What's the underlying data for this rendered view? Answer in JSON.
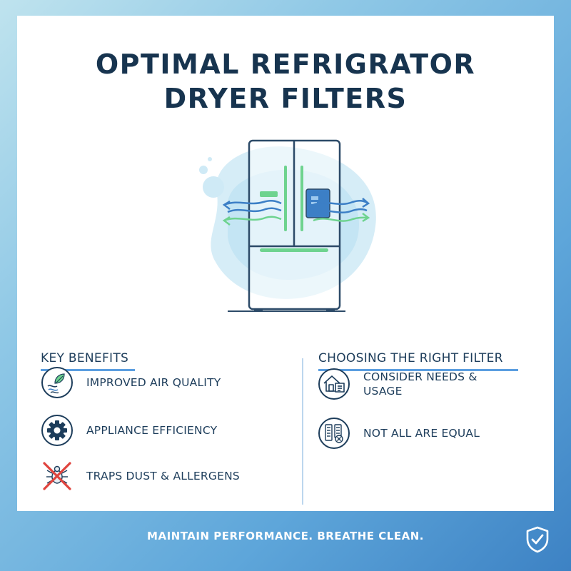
{
  "title": {
    "line1": "OPTIMAL REFRIGRATOR",
    "line2": "DRYER FILTERS"
  },
  "hero": {
    "icon": "refrigerator-airflow-illustration"
  },
  "benefits": {
    "heading": "KEY BENEFITS",
    "items": [
      {
        "icon": "leaf-air-icon",
        "label": "IMPROVED AIR QUALITY"
      },
      {
        "icon": "gear-icon",
        "label": "APPLIANCE EFFICIENCY"
      },
      {
        "icon": "no-dust-mite-icon",
        "label": "TRAPS DUST & ALLERGENS"
      }
    ]
  },
  "choosing": {
    "heading": "CHOOSING THE RIGHT FILTER",
    "items": [
      {
        "icon": "house-usage-icon",
        "label_line1": "CONSIDER NEEDS &",
        "label_line2": "USAGE"
      },
      {
        "icon": "filter-compare-icon",
        "label_line1": "NOT ALL ARE EQUAL"
      }
    ]
  },
  "footer": {
    "tagline": "MAINTAIN PERFORMANCE. BREATHE CLEAN.",
    "icon": "shield-check-icon"
  },
  "colors": {
    "title": "#17344f",
    "accent_blue": "#5b9ee0",
    "accent_green": "#6ed38f",
    "footer_text": "#ffffff"
  }
}
